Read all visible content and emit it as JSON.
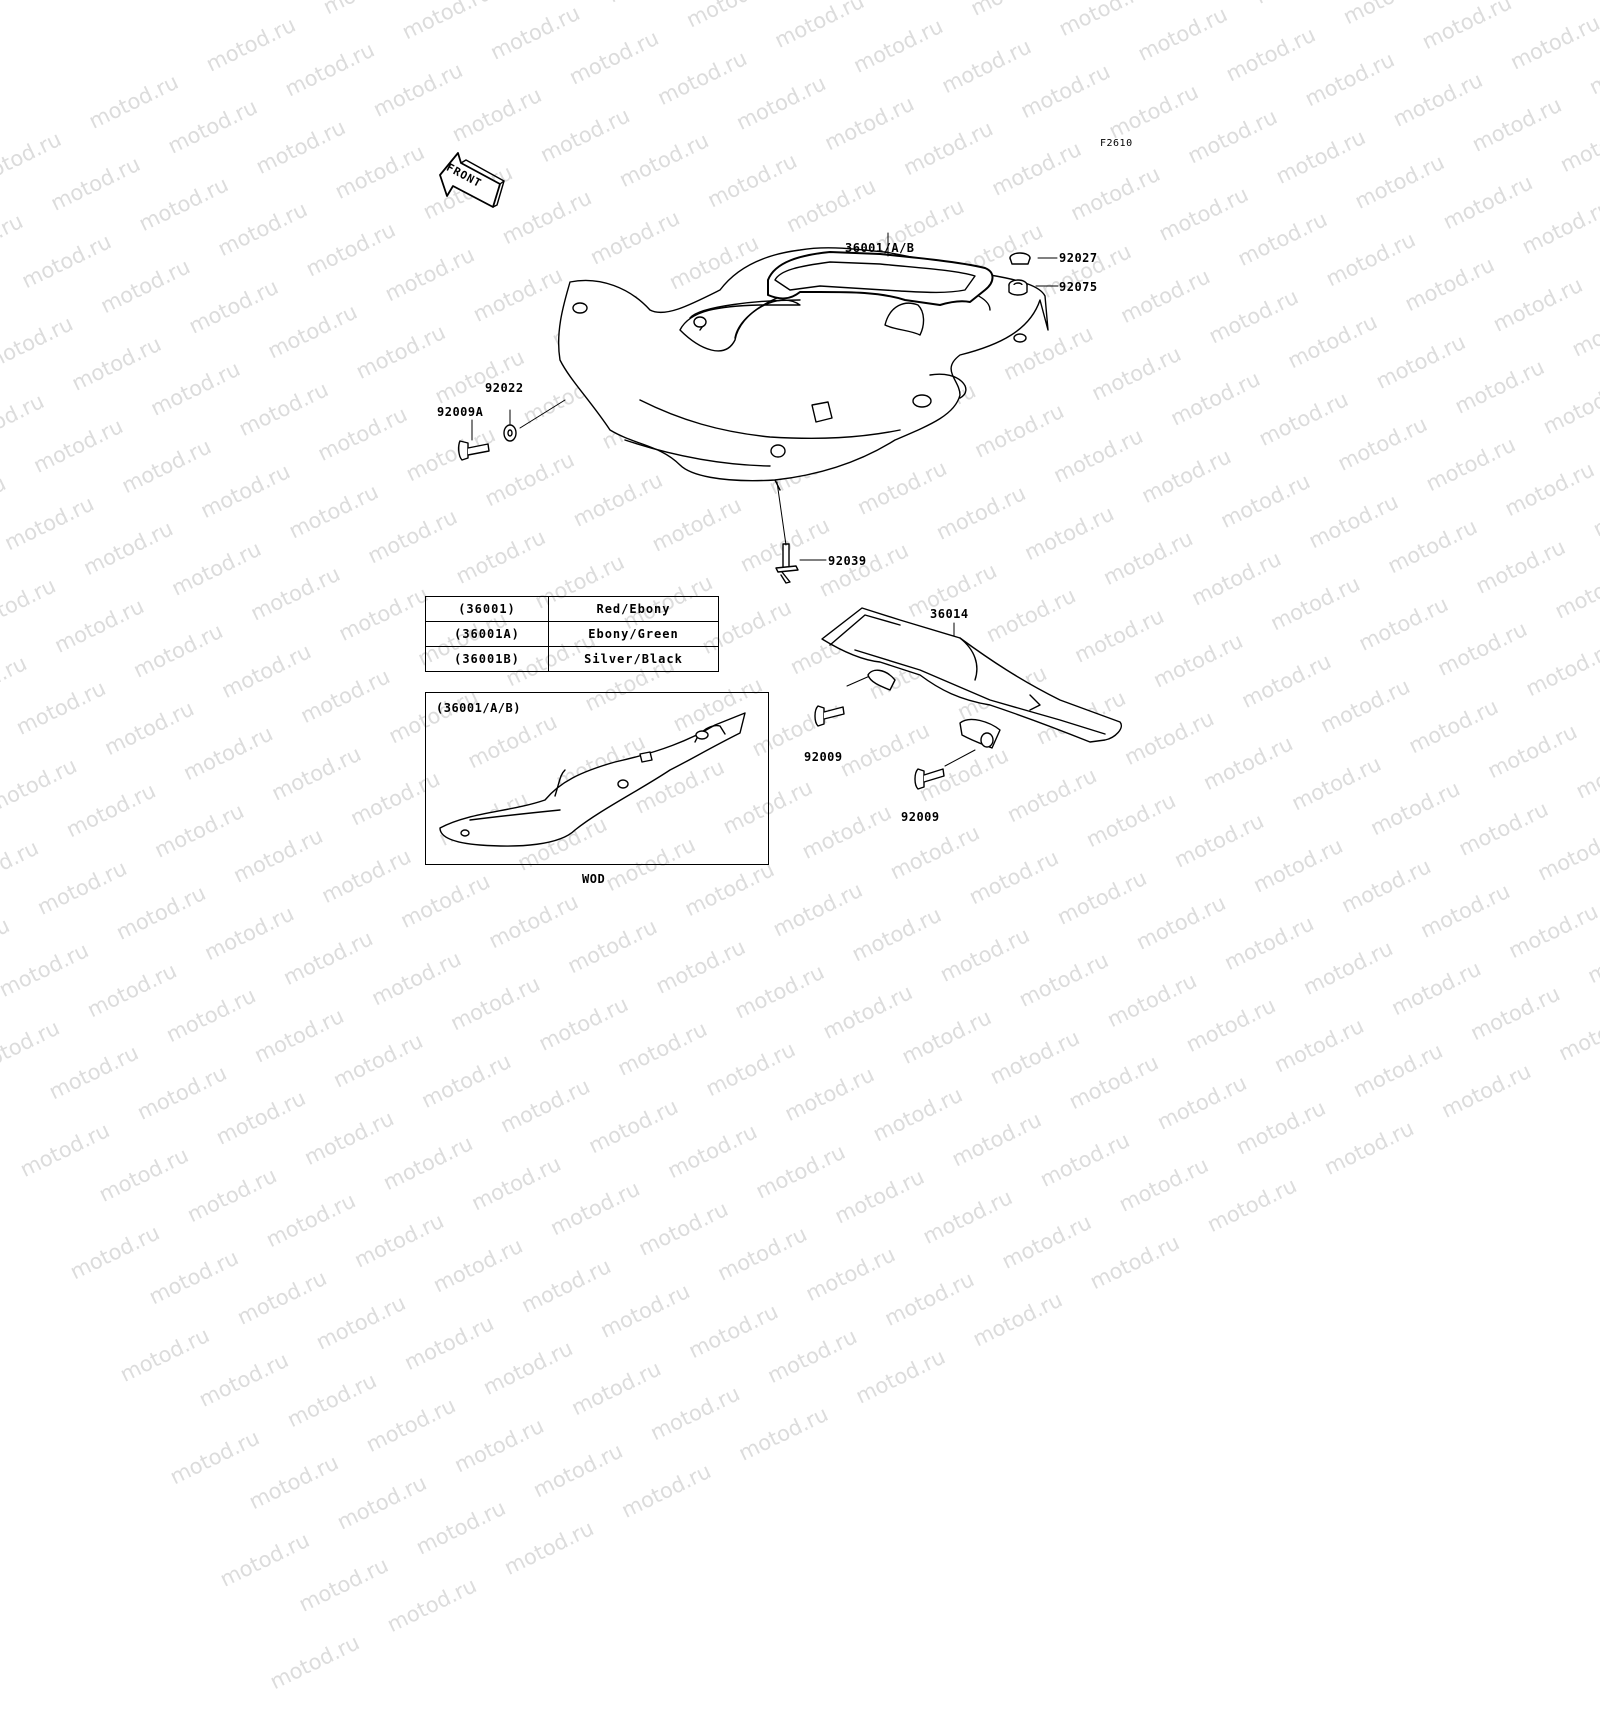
{
  "figure_id": "F2610",
  "watermark": "motod.ru",
  "front_arrow_label": "FRONT",
  "callouts": {
    "seat_cover": "36001/A/B",
    "damper_cap": "92027",
    "damper_ring": "92075",
    "washer": "92022",
    "bolt_a": "92009A",
    "clip": "92039",
    "chain_guard": "36014",
    "bolt_left": "92009",
    "bolt_right": "92009"
  },
  "color_table": {
    "rows": [
      {
        "code": "(36001)",
        "color": "Red/Ebony"
      },
      {
        "code": "(36001A)",
        "color": "Ebony/Green"
      },
      {
        "code": "(36001B)",
        "color": "Silver/Black"
      }
    ]
  },
  "inset": {
    "title": "(36001/A/B)",
    "caption": "WOD"
  }
}
